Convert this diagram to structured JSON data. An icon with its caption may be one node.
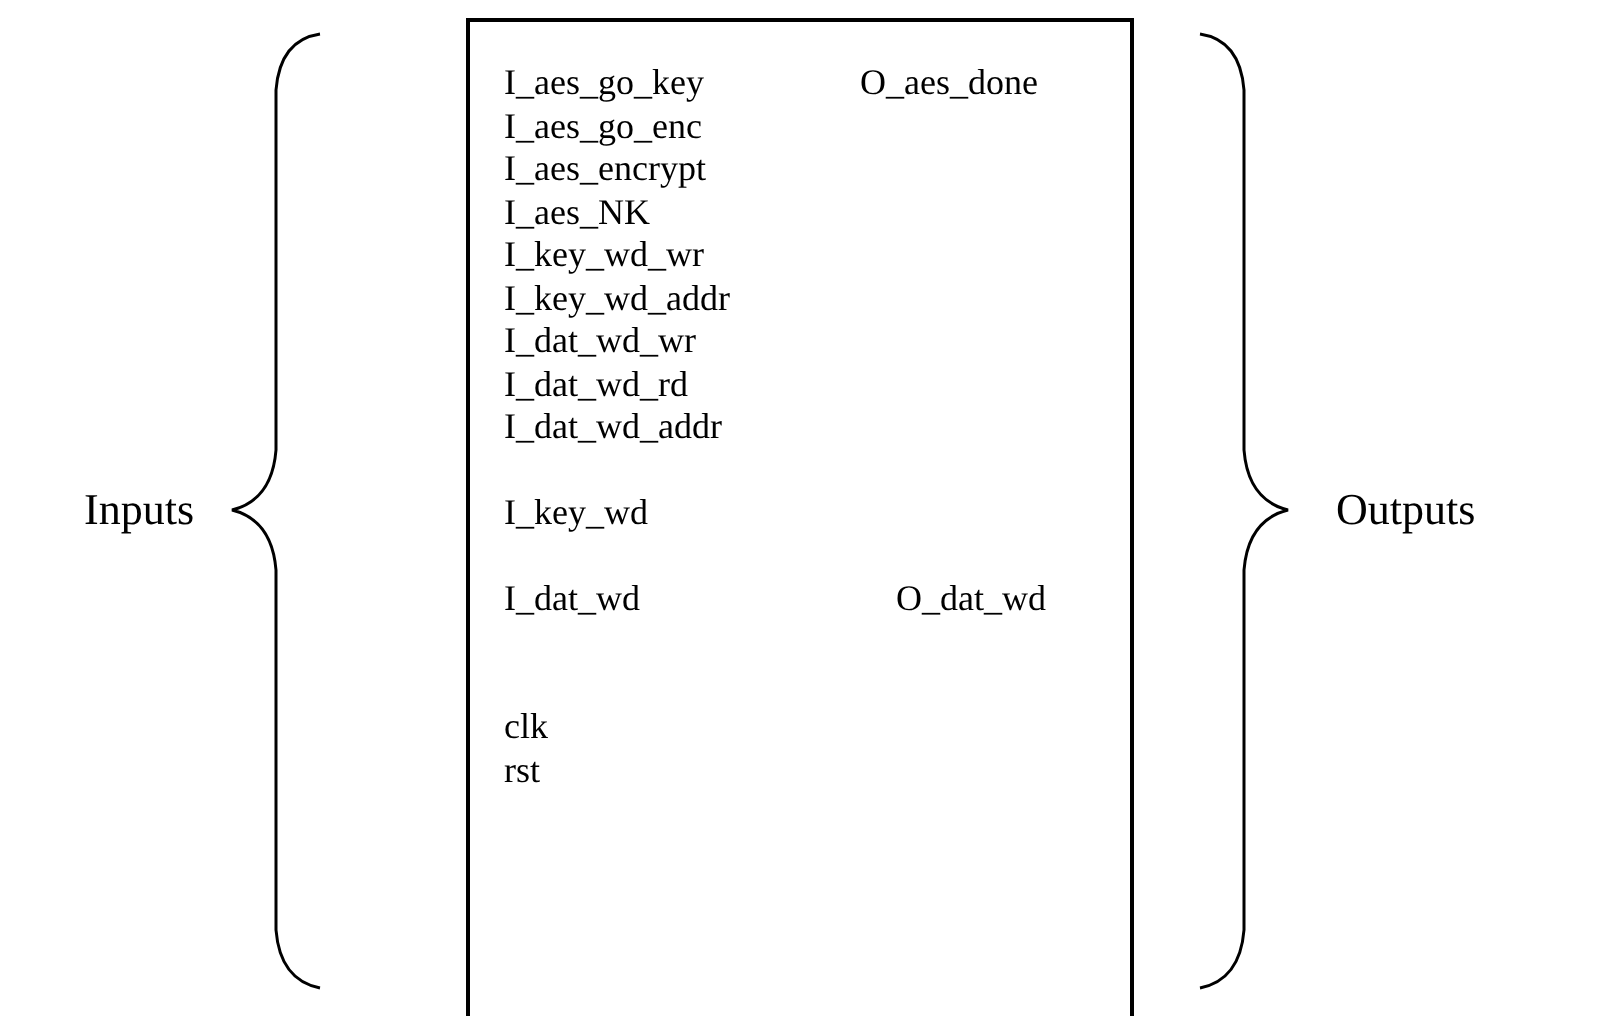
{
  "diagram": {
    "nodes": [
      {
        "text": [
          "I_aes_go_key",
          "O_aes_done",
          "I_aes_go_enc",
          "I_aes_encrypt",
          "I_aes_NK",
          "I_key_wd_wr",
          "I_key_wd_addr",
          "I_dat_wd_wr",
          "I_dat_wd_rd",
          "I_dat_wd_addr",
          "I_key_wd",
          "I_dat_wd",
          "O_dat_wd",
          "clk",
          "rst"
        ]
      }
    ],
    "labels": [
      "Inputs",
      "Outputs"
    ]
  }
}
